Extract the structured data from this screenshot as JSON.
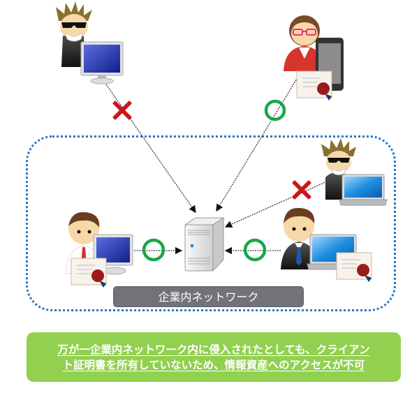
{
  "diagram": {
    "network_label": "企業内ネットワーク",
    "callout_lines": [
      "万が一企業内ネットワーク内に侵入されたとしても、クライアン",
      "ト証明書を所有していないため、情報資産へのアクセスが不可"
    ],
    "nodes": [
      {
        "id": "attacker-top-left",
        "role": "attacker",
        "device": "desktop-monitor",
        "has_certificate": false,
        "access": "denied"
      },
      {
        "id": "user-top-right",
        "role": "user-woman",
        "device": "smartphone",
        "has_certificate": true,
        "access": "allowed"
      },
      {
        "id": "attacker-inside",
        "role": "attacker",
        "device": "laptop",
        "has_certificate": false,
        "access": "denied"
      },
      {
        "id": "user-left",
        "role": "user-man",
        "device": "desktop-monitor",
        "has_certificate": true,
        "access": "allowed"
      },
      {
        "id": "user-right",
        "role": "user-man-suit",
        "device": "laptop",
        "has_certificate": true,
        "access": "allowed"
      },
      {
        "id": "server",
        "role": "server",
        "device": "server-tower"
      }
    ],
    "marks": {
      "allowed": "circle-mark",
      "denied": "cross-mark"
    },
    "colors": {
      "allowed": "#17a847",
      "denied": "#c8161d",
      "network_border": "#1f78c8",
      "network_label_bg": "#727377",
      "callout_bg": "#92d050"
    }
  }
}
